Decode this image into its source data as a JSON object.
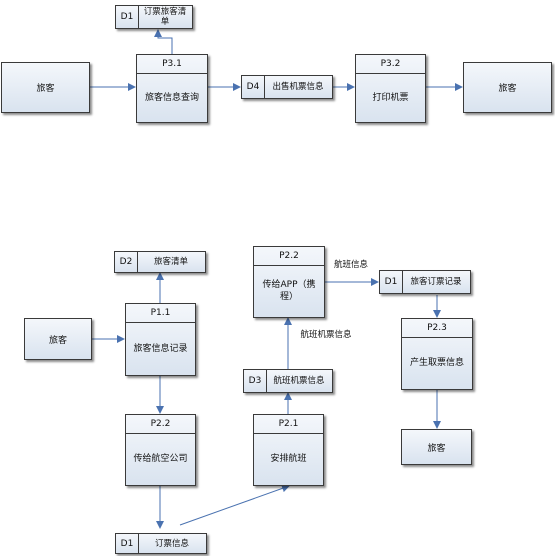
{
  "diagram_top": {
    "passenger_left": "旅客",
    "p31": {
      "id": "P3.1",
      "name": "旅客信息查询"
    },
    "d1": {
      "id": "D1",
      "name": "订票旅客清单"
    },
    "d4": {
      "id": "D4",
      "name": "出售机票信息"
    },
    "p32": {
      "id": "P3.2",
      "name": "打印机票"
    },
    "passenger_right": "旅客"
  },
  "diagram_bottom": {
    "passenger": "旅客",
    "d2": {
      "id": "D2",
      "name": "旅客清单"
    },
    "p11": {
      "id": "P1.1",
      "name": "旅客信息记录"
    },
    "p22a": {
      "id": "P2.2",
      "name": "传给航空公司"
    },
    "d1_bottom": {
      "id": "D1",
      "name": "订票信息"
    },
    "p21": {
      "id": "P2.1",
      "name": "安排航班"
    },
    "d3": {
      "id": "D3",
      "name": "航班机票信息"
    },
    "p22b": {
      "id": "P2.2",
      "name": "传给APP（携程）"
    },
    "d1_right": {
      "id": "D1",
      "name": "旅客订票记录"
    },
    "p23": {
      "id": "P2.3",
      "name": "产生取票信息"
    },
    "passenger_out": "旅客",
    "flow_flight_info": "航班信息",
    "flow_flight_ticket_info": "航班机票信息"
  },
  "colors": {
    "box_fill": "#dfe7f1",
    "border": "#3a3a3a",
    "arrow": "#4a72b0"
  }
}
